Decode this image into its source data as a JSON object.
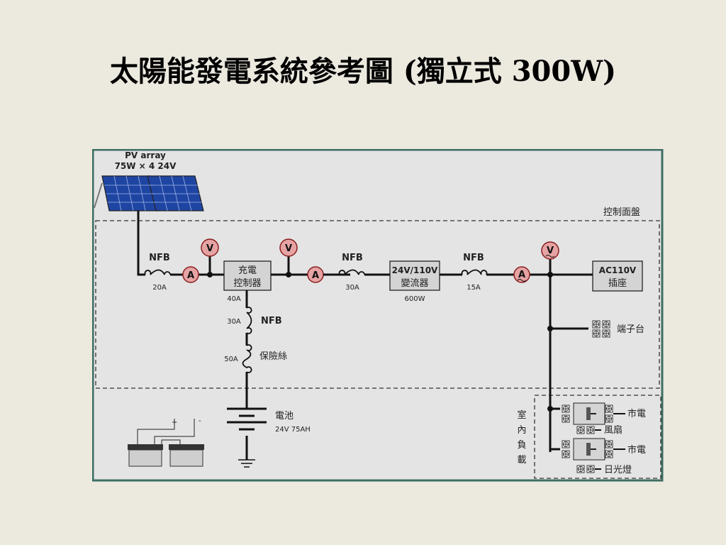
{
  "title": "太陽能發電系統參考圖 (獨立式 300W)",
  "diagram": {
    "pv_array": {
      "label": "PV array",
      "spec": "75W × 4 24V"
    },
    "control_panel": "控制面盤",
    "indoor_load": "室內負載",
    "meters": {
      "voltmeter": "V",
      "ammeter": "A"
    },
    "nfb_label": "NFB",
    "nfb1_rating": "20A",
    "charge_controller": {
      "line1": "充電",
      "line2": "控制器",
      "rating": "40A"
    },
    "nfb2_rating": "30A",
    "inverter": {
      "line1": "24V/110V",
      "line2": "變流器",
      "rating": "600W"
    },
    "nfb3_rating": "15A",
    "ac_outlet": {
      "line1": "AC110V",
      "line2": "插座"
    },
    "terminal_block": "端子台",
    "nfb_battery_rating": "30A",
    "fuse": {
      "label": "保險絲",
      "rating": "50A"
    },
    "battery": {
      "label": "電池",
      "spec": "24V 75AH"
    },
    "battery_pack": {
      "plus": "+",
      "minus": "-"
    },
    "loads": [
      {
        "label": "市電",
        "device": "風扇"
      },
      {
        "label": "市電",
        "device": "日光燈"
      }
    ]
  },
  "colors": {
    "background": "#ece9df",
    "diagram_bg": "#e4e4e4",
    "frame": "#3e6e63",
    "meter_fill": "#e6a3a3",
    "meter_stroke": "#8a1f1f",
    "pv_panel": "#1f45a3",
    "box_fill": "#d4d4d4"
  }
}
